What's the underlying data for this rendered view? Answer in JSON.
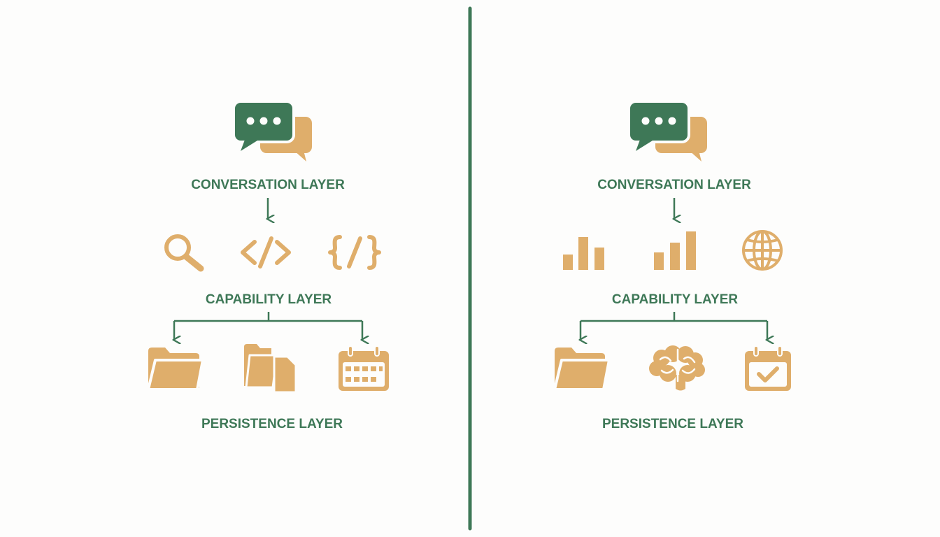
{
  "colors": {
    "green": "#3e7857",
    "tan": "#dfae6b",
    "background": "#fdfdfc"
  },
  "left": {
    "top_icon": "chat-bubbles-icon",
    "conversation_label": "CONVERSATION LAYER",
    "capability_icons": [
      "search-icon",
      "code-tag-icon",
      "code-braces-icon"
    ],
    "capability_label": "CAPABILITY LAYER",
    "persistence_icons": [
      "folder-icon",
      "files-icon",
      "calendar-grid-icon"
    ],
    "persistence_label": "PERSISTENCE LAYER"
  },
  "right": {
    "top_icon": "chat-bubbles-icon",
    "conversation_label": "CONVERSATION LAYER",
    "capability_icons": [
      "bar-chart-icon",
      "bar-chart-rising-icon",
      "globe-icon"
    ],
    "capability_label": "CAPABILITY LAYER",
    "persistence_icons": [
      "folder-icon",
      "brain-icon",
      "calendar-check-icon"
    ],
    "persistence_label": "PERSISTENCE LAYER"
  }
}
